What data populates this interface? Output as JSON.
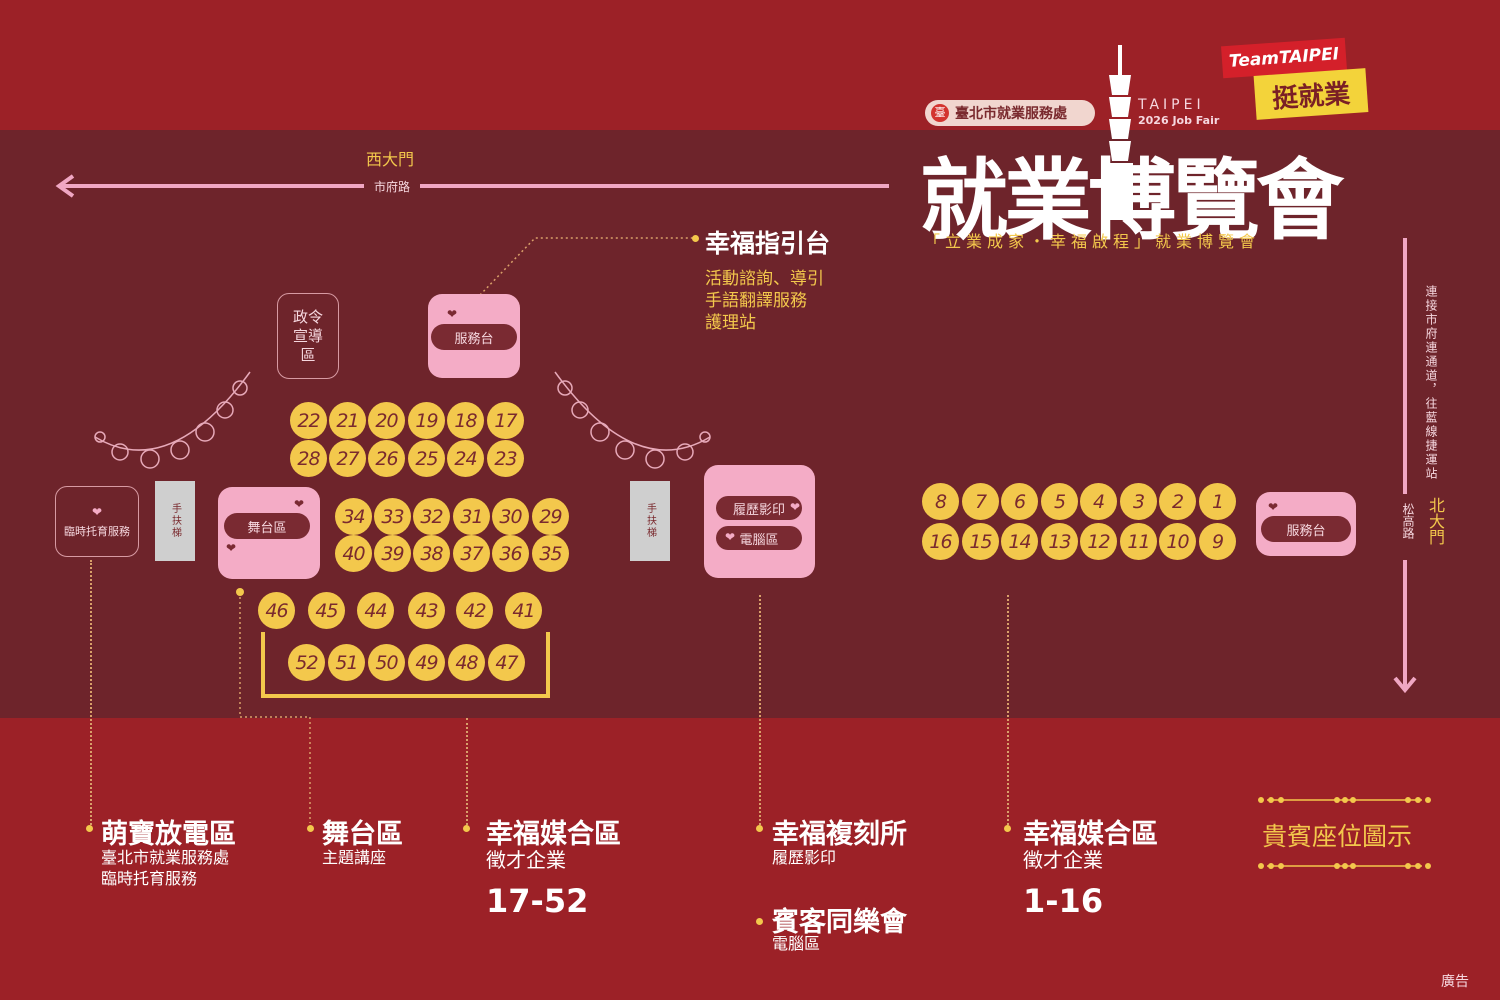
{
  "header": {
    "agency": "臺北市就業服務處",
    "event_en_top": "TAIPEI",
    "event_en_bottom": "2026 Job Fair",
    "title": "就業博覽會",
    "slogan": "「立業成家・幸福啟程」就業博覽會",
    "team_line1": "TeamTAIPEI",
    "team_line2": "挺就業"
  },
  "directions": {
    "west_gate": "西大門",
    "west_road": "市府路",
    "north_gate": "北大門",
    "north_road": "松高路",
    "north_note": "連接市府連通道，往藍線捷運站"
  },
  "guide": {
    "title": "幸福指引台",
    "items": [
      "活動諮詢、導引",
      "手語翻譯服務",
      "護理站"
    ]
  },
  "map": {
    "policy_zone": "政令宣導區",
    "service_desk": "服務台",
    "stage": "舞台區",
    "childcare": "臨時托育服務",
    "escalator": "手扶梯",
    "resume_print": "履歷影印",
    "computer_zone": "電腦區",
    "booths_left_row1": [
      "22",
      "21",
      "20",
      "19",
      "18",
      "17"
    ],
    "booths_left_row2": [
      "28",
      "27",
      "26",
      "25",
      "24",
      "23"
    ],
    "booths_left_row3": [
      "34",
      "33",
      "32",
      "31",
      "30",
      "29"
    ],
    "booths_left_row4": [
      "40",
      "39",
      "38",
      "37",
      "36",
      "35"
    ],
    "booths_left_row5": [
      "46",
      "45",
      "44",
      "43",
      "42",
      "41"
    ],
    "booths_left_row6": [
      "52",
      "51",
      "50",
      "49",
      "48",
      "47"
    ],
    "booths_right_row1": [
      "8",
      "7",
      "6",
      "5",
      "4",
      "3",
      "2",
      "1"
    ],
    "booths_right_row2": [
      "16",
      "15",
      "14",
      "13",
      "12",
      "11",
      "10",
      "9"
    ]
  },
  "legend": {
    "kids": {
      "title": "萌寶放電區",
      "sub1": "臺北市就業服務處",
      "sub2": "臨時托育服務"
    },
    "stage": {
      "title": "舞台區",
      "sub1": "主題講座"
    },
    "match_left": {
      "title": "幸福媒合區",
      "sub1": "徵才企業",
      "range": "17-52"
    },
    "copy": {
      "title": "幸福複刻所",
      "sub1": "履歷影印"
    },
    "guest": {
      "title": "賓客同樂會",
      "sub1": "電腦區"
    },
    "match_right": {
      "title": "幸福媒合區",
      "sub1": "徵才企業",
      "range": "1-16"
    },
    "vip": "貴賓座位圖示"
  },
  "footer": {
    "ad": "廣告"
  },
  "colors": {
    "dark_band": "#6e242b",
    "red": "#9c2127",
    "booth": "#f3c84c",
    "pink": "#f4acc6"
  }
}
